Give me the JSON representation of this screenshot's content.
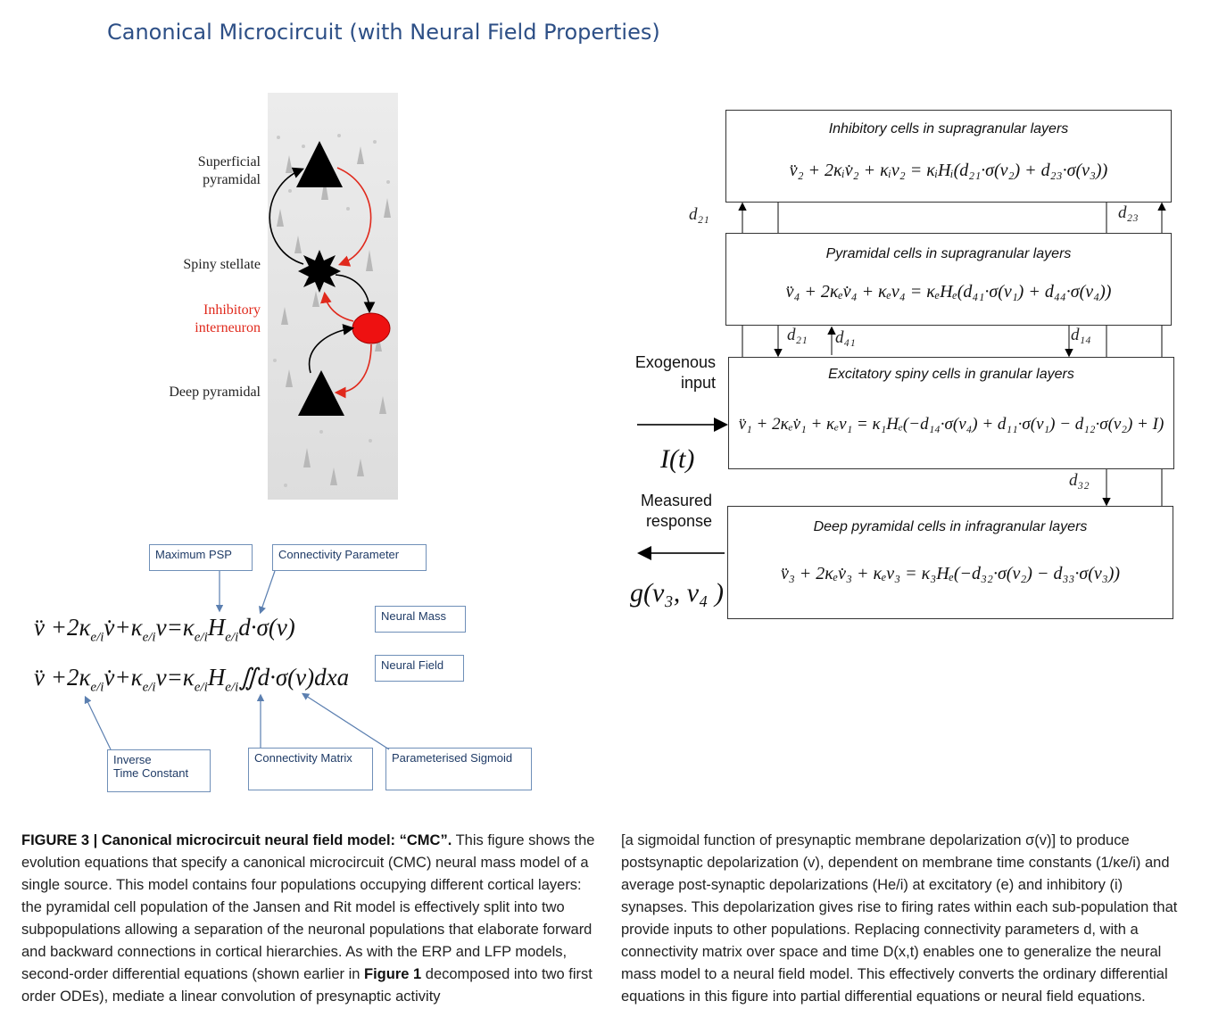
{
  "title": "Canonical Microcircuit (with Neural Field Properties)",
  "cortex_labels": {
    "superficial": "Superficial\npyramidal",
    "spiny": "Spiny stellate",
    "inhibitory": "Inhibitory\ninterneuron",
    "deep": "Deep pyramidal"
  },
  "annotations": {
    "max_psp": "Maximum PSP",
    "connectivity_parameter": "Connectivity Parameter",
    "neural_mass": "Neural Mass",
    "neural_field": "Neural Field",
    "inverse_time_constant": "Inverse\nTime Constant",
    "connectivity_matrix": "Connectivity Matrix",
    "parameterised_sigmoid": "Parameterised Sigmoid"
  },
  "blocks": {
    "inhibitory": {
      "title": "Inhibitory cells in supragranular layers",
      "equation": "v̈₂ + 2κᵢv̇₂ + κᵢv₂ = κᵢHᵢ(d₂₁·σ(v₂) + d₂₃·σ(v₃))"
    },
    "pyramidal": {
      "title": "Pyramidal cells in supragranular layers",
      "equation": "v̈₄ + 2κₑv̇₄ + κₑv₄ = κₑHₑ(d₄₁·σ(v₁) + d₄₄·σ(v₄))"
    },
    "excitatory": {
      "title": "Excitatory spiny cells in granular layers",
      "equation": "v̈₁ + 2κₑv̇₁ + κₑv₁ = κ₁Hₑ(−d₁₄·σ(v₄) + d₁₁·σ(v₁) − d₁₂·σ(v₂) + I)"
    },
    "deep": {
      "title": "Deep pyramidal cells in infragranular layers",
      "equation": "v̈₃ + 2κₑv̇₃ + κₑv₃ = κ₃Hₑ(−d₃₂·σ(v₂) − d₃₃·σ(v₃))"
    }
  },
  "d_labels": {
    "d21_top": "d₂₁",
    "d23": "d₂₃",
    "d21_mid": "d₂₁",
    "d41": "d₄₁",
    "d14": "d₁₄",
    "d32": "d₃₂"
  },
  "side": {
    "exogenous": "Exogenous\ninput",
    "input_fn": "I(t)",
    "measured": "Measured\nresponse",
    "output_fn": "g(v₃, v₄ )"
  },
  "caption": {
    "label": "FIGURE 3 | Canonical microcircuit neural field model: “CMC”.",
    "left_a": " This figure shows the evolution equations that specify a canonical microcircuit (CMC) neural mass model of a single source. This model contains four populations occupying different cortical layers: the pyramidal cell population of the Jansen and Rit model is effectively split into two subpopulations allowing a separation of the neuronal populations that elaborate forward and backward connections in cortical hierarchies. As with the ERP and LFP models, second-order differential equations (shown earlier in ",
    "fig_ref": "Figure 1",
    "left_b": " decomposed into two first order ODEs), mediate a linear convolution of presynaptic activity",
    "right": "[a sigmoidal function of presynaptic membrane depolarization σ(v)] to produce postsynaptic depolarization (v), dependent on membrane time constants (1/κe/i) and average post-synaptic depolarizations (He/i) at excitatory (e) and inhibitory (i) synapses. This depolarization gives rise to firing rates within each sub-population that provide inputs to other populations. Replacing connectivity parameters d, with a connectivity matrix over space and time D(x,t) enables one to generalize the neural mass model to a neural field model. This effectively converts the ordinary differential equations in this figure into partial differential equations or neural field equations."
  }
}
